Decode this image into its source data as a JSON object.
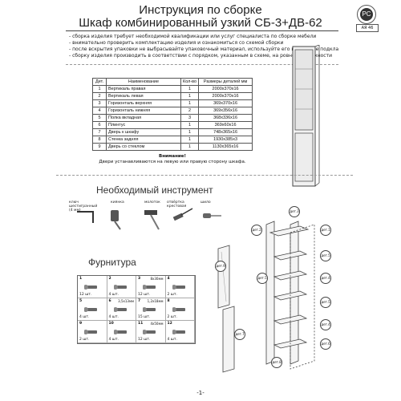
{
  "header": {
    "title_line1": "Инструкция по сборке",
    "title_line2": "Шкаф комбинированный узкий СБ-3+ДВ-62",
    "cert_mark": "РС",
    "cert_code": "АЯ 46"
  },
  "notes": [
    "- сборка изделия требует необходимой квалификации или услуг специалиста по сборке мебели",
    "- внимательно проверить комплектацию изделия и ознакомиться со схемой сборки",
    "- после вскрытия упаковки не выбрасывайте упаковочный материал, используйте его в качестве подкладки при сборке",
    "- сборку изделия производить в соответствии с порядком, указанным в схеме, на ровной поверхности"
  ],
  "parts_table": {
    "headers": [
      "Дет.",
      "Наименование",
      "Кол-во",
      "Размеры деталей мм"
    ],
    "rows": [
      [
        "1",
        "Вертикаль правая",
        "1",
        "2000х370х16"
      ],
      [
        "2",
        "Вертикаль левая",
        "1",
        "2000х370х16"
      ],
      [
        "3",
        "Горизонталь верхняя",
        "1",
        "369х370х16"
      ],
      [
        "4",
        "Горизонталь нижняя",
        "2",
        "369х356х16"
      ],
      [
        "5",
        "Полка вкладная",
        "3",
        "368х336х16"
      ],
      [
        "6",
        "Плинтус",
        "1",
        "369х60х16"
      ],
      [
        "7",
        "Дверь к шкафу",
        "1",
        "748х365х16"
      ],
      [
        "8",
        "Стенка задняя",
        "1",
        "1930х385х3"
      ],
      [
        "9",
        "Дверь со стеклом",
        "1",
        "1130х365х16"
      ]
    ]
  },
  "attention": {
    "title": "Внимание!",
    "text": "Двери устанавливаются на левую или правую сторону шкафа."
  },
  "tools": {
    "heading": "Необходимый инструмент",
    "items": [
      "ключ шестигранный (4 мм)",
      "киянка",
      "молоток",
      "отвёртка крестовая",
      "шило"
    ]
  },
  "hardware": {
    "heading": "Фурнитура",
    "cells": [
      {
        "num": "1",
        "qty": "12 шт.",
        "size": ""
      },
      {
        "num": "2",
        "qty": "4 шт.",
        "size": ""
      },
      {
        "num": "3",
        "qty": "12 шт.",
        "size": "8х30мм"
      },
      {
        "num": "4",
        "qty": "2 шт.",
        "size": ""
      },
      {
        "num": "5",
        "qty": "4 шт.",
        "size": ""
      },
      {
        "num": "6",
        "qty": "4 шт.",
        "size": "3,5х13мм"
      },
      {
        "num": "7",
        "qty": "15 шт.",
        "size": "1,2х18мм"
      },
      {
        "num": "8",
        "qty": "2 шт.",
        "size": ""
      },
      {
        "num": "9",
        "qty": "2 шт.",
        "size": ""
      },
      {
        "num": "10",
        "qty": "4 шт.",
        "size": ""
      },
      {
        "num": "11",
        "qty": "12 шт.",
        "size": "4х50мм"
      },
      {
        "num": "12",
        "qty": "4 шт.",
        "size": ""
      }
    ]
  },
  "callouts": [
    "дет.3",
    "дет.1",
    "дет.5",
    "дет.4",
    "дет.2",
    "дет.5",
    "дет.5",
    "дет.4",
    "дет.6",
    "дет.7",
    "дет.9",
    "дет.8"
  ],
  "page_number": "-1-",
  "colors": {
    "line": "#444444",
    "accent": "#333333"
  }
}
